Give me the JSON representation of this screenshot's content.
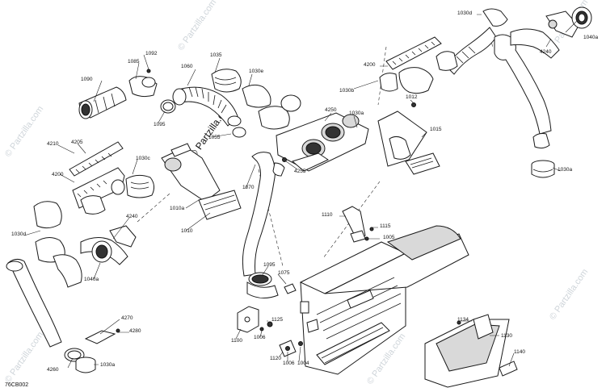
{
  "diagram": {
    "reference_code": "76CB002",
    "watermark": "© Partzilla.com",
    "callouts": [
      {
        "id": "1030d-top",
        "text": "1030d"
      },
      {
        "id": "1040a-top",
        "text": "1040a"
      },
      {
        "id": "4240-top",
        "text": "4240"
      },
      {
        "id": "4200-top",
        "text": "4200"
      },
      {
        "id": "1030b",
        "text": "1030b"
      },
      {
        "id": "1012",
        "text": "1012"
      },
      {
        "id": "1015",
        "text": "1015"
      },
      {
        "id": "1030a-right",
        "text": "1030a"
      },
      {
        "id": "1092",
        "text": "1092"
      },
      {
        "id": "1085",
        "text": "1085"
      },
      {
        "id": "1060",
        "text": "1060"
      },
      {
        "id": "1035",
        "text": "1035"
      },
      {
        "id": "1030e",
        "text": "1030e"
      },
      {
        "id": "1090",
        "text": "1090"
      },
      {
        "id": "1095-top",
        "text": "1095"
      },
      {
        "id": "1055",
        "text": "1055"
      },
      {
        "id": "4250",
        "text": "4250"
      },
      {
        "id": "1030a-mid",
        "text": "1030a"
      },
      {
        "id": "4255",
        "text": "4255"
      },
      {
        "id": "4210",
        "text": "4210"
      },
      {
        "id": "4205",
        "text": "4205"
      },
      {
        "id": "1030c",
        "text": "1030c"
      },
      {
        "id": "4200-left",
        "text": "4200"
      },
      {
        "id": "1070",
        "text": "1070"
      },
      {
        "id": "1010a",
        "text": "1010a"
      },
      {
        "id": "1010",
        "text": "1010"
      },
      {
        "id": "4240-left",
        "text": "4240"
      },
      {
        "id": "1030d-left",
        "text": "1030d"
      },
      {
        "id": "1040a-left",
        "text": "1040a"
      },
      {
        "id": "1110",
        "text": "1110"
      },
      {
        "id": "1115",
        "text": "1115"
      },
      {
        "id": "1005",
        "text": "1005"
      },
      {
        "id": "1095-mid",
        "text": "1095"
      },
      {
        "id": "1075",
        "text": "1075"
      },
      {
        "id": "4270",
        "text": "4270"
      },
      {
        "id": "4280",
        "text": "4280"
      },
      {
        "id": "1125",
        "text": "1125"
      },
      {
        "id": "1100",
        "text": "1100"
      },
      {
        "id": "1006-a",
        "text": "1006"
      },
      {
        "id": "1120",
        "text": "1120"
      },
      {
        "id": "1006-b",
        "text": "1006"
      },
      {
        "id": "1004",
        "text": "1004"
      },
      {
        "id": "4260",
        "text": "4260"
      },
      {
        "id": "1030a-bottom",
        "text": "1030a"
      },
      {
        "id": "1134",
        "text": "1134"
      },
      {
        "id": "1130",
        "text": "1130"
      },
      {
        "id": "1140",
        "text": "1140"
      }
    ]
  }
}
